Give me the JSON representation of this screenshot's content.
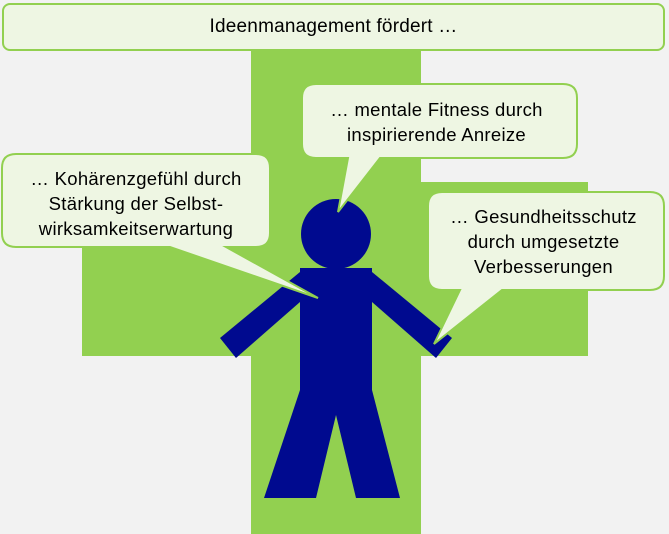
{
  "title": "Ideenmanagement fördert …",
  "bubbles": {
    "mental_fitness": "… mentale Fitness durch\ninspirierende Anreize",
    "kohaerenz": "… Kohärenzgefühl durch\nStärkung der Selbst-\nwirksamkeitserwartung",
    "gesundheitsschutz": "… Gesundheitsschutz\ndurch umgesetzte\nVerbesserungen"
  },
  "colors": {
    "cross": "#92d050",
    "figure": "#000a8f",
    "bubble_fill": "#eef6e3",
    "bubble_border": "#92d050",
    "background": "#f2f2f2"
  },
  "icons": [
    "medical-cross-icon",
    "person-figure-icon"
  ]
}
